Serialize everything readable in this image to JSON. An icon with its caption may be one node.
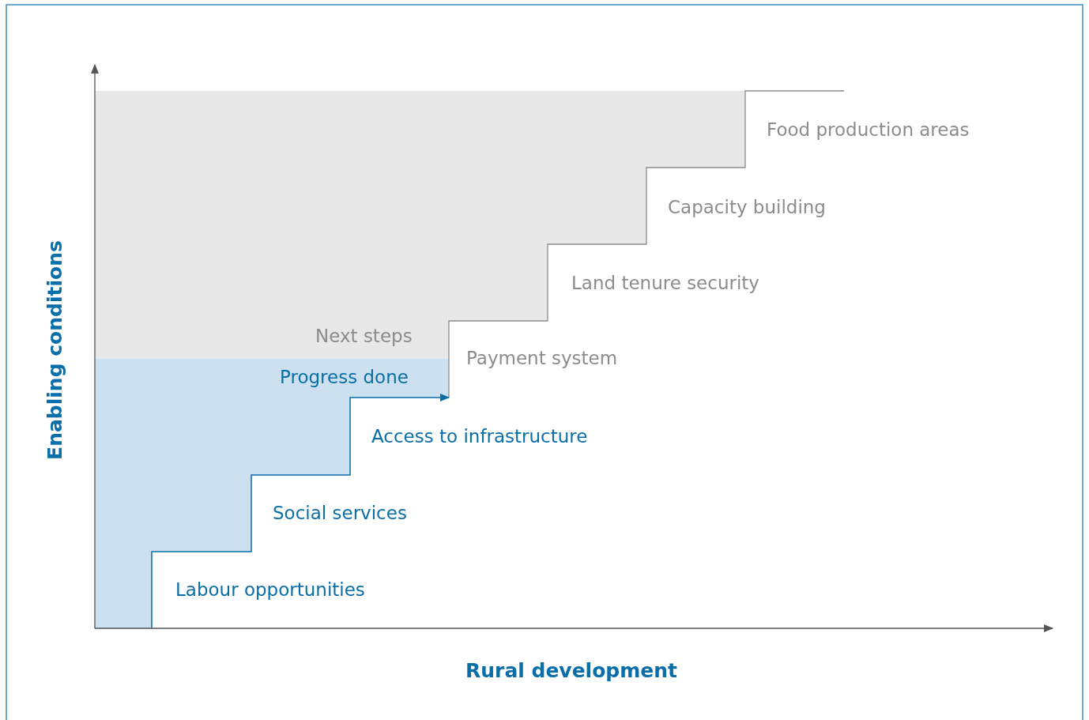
{
  "diagram": {
    "nodes": [
      {
        "text": [
          "Next steps"
        ]
      },
      {
        "text": [
          "Progress done"
        ]
      }
    ],
    "labels": [
      "Food production areas",
      "Capacity building",
      "Land tenure security",
      "Payment system",
      "Access to infrastructure",
      "Social services",
      "Labour opportunities",
      "Enabling conditions",
      "Rural development"
    ]
  }
}
